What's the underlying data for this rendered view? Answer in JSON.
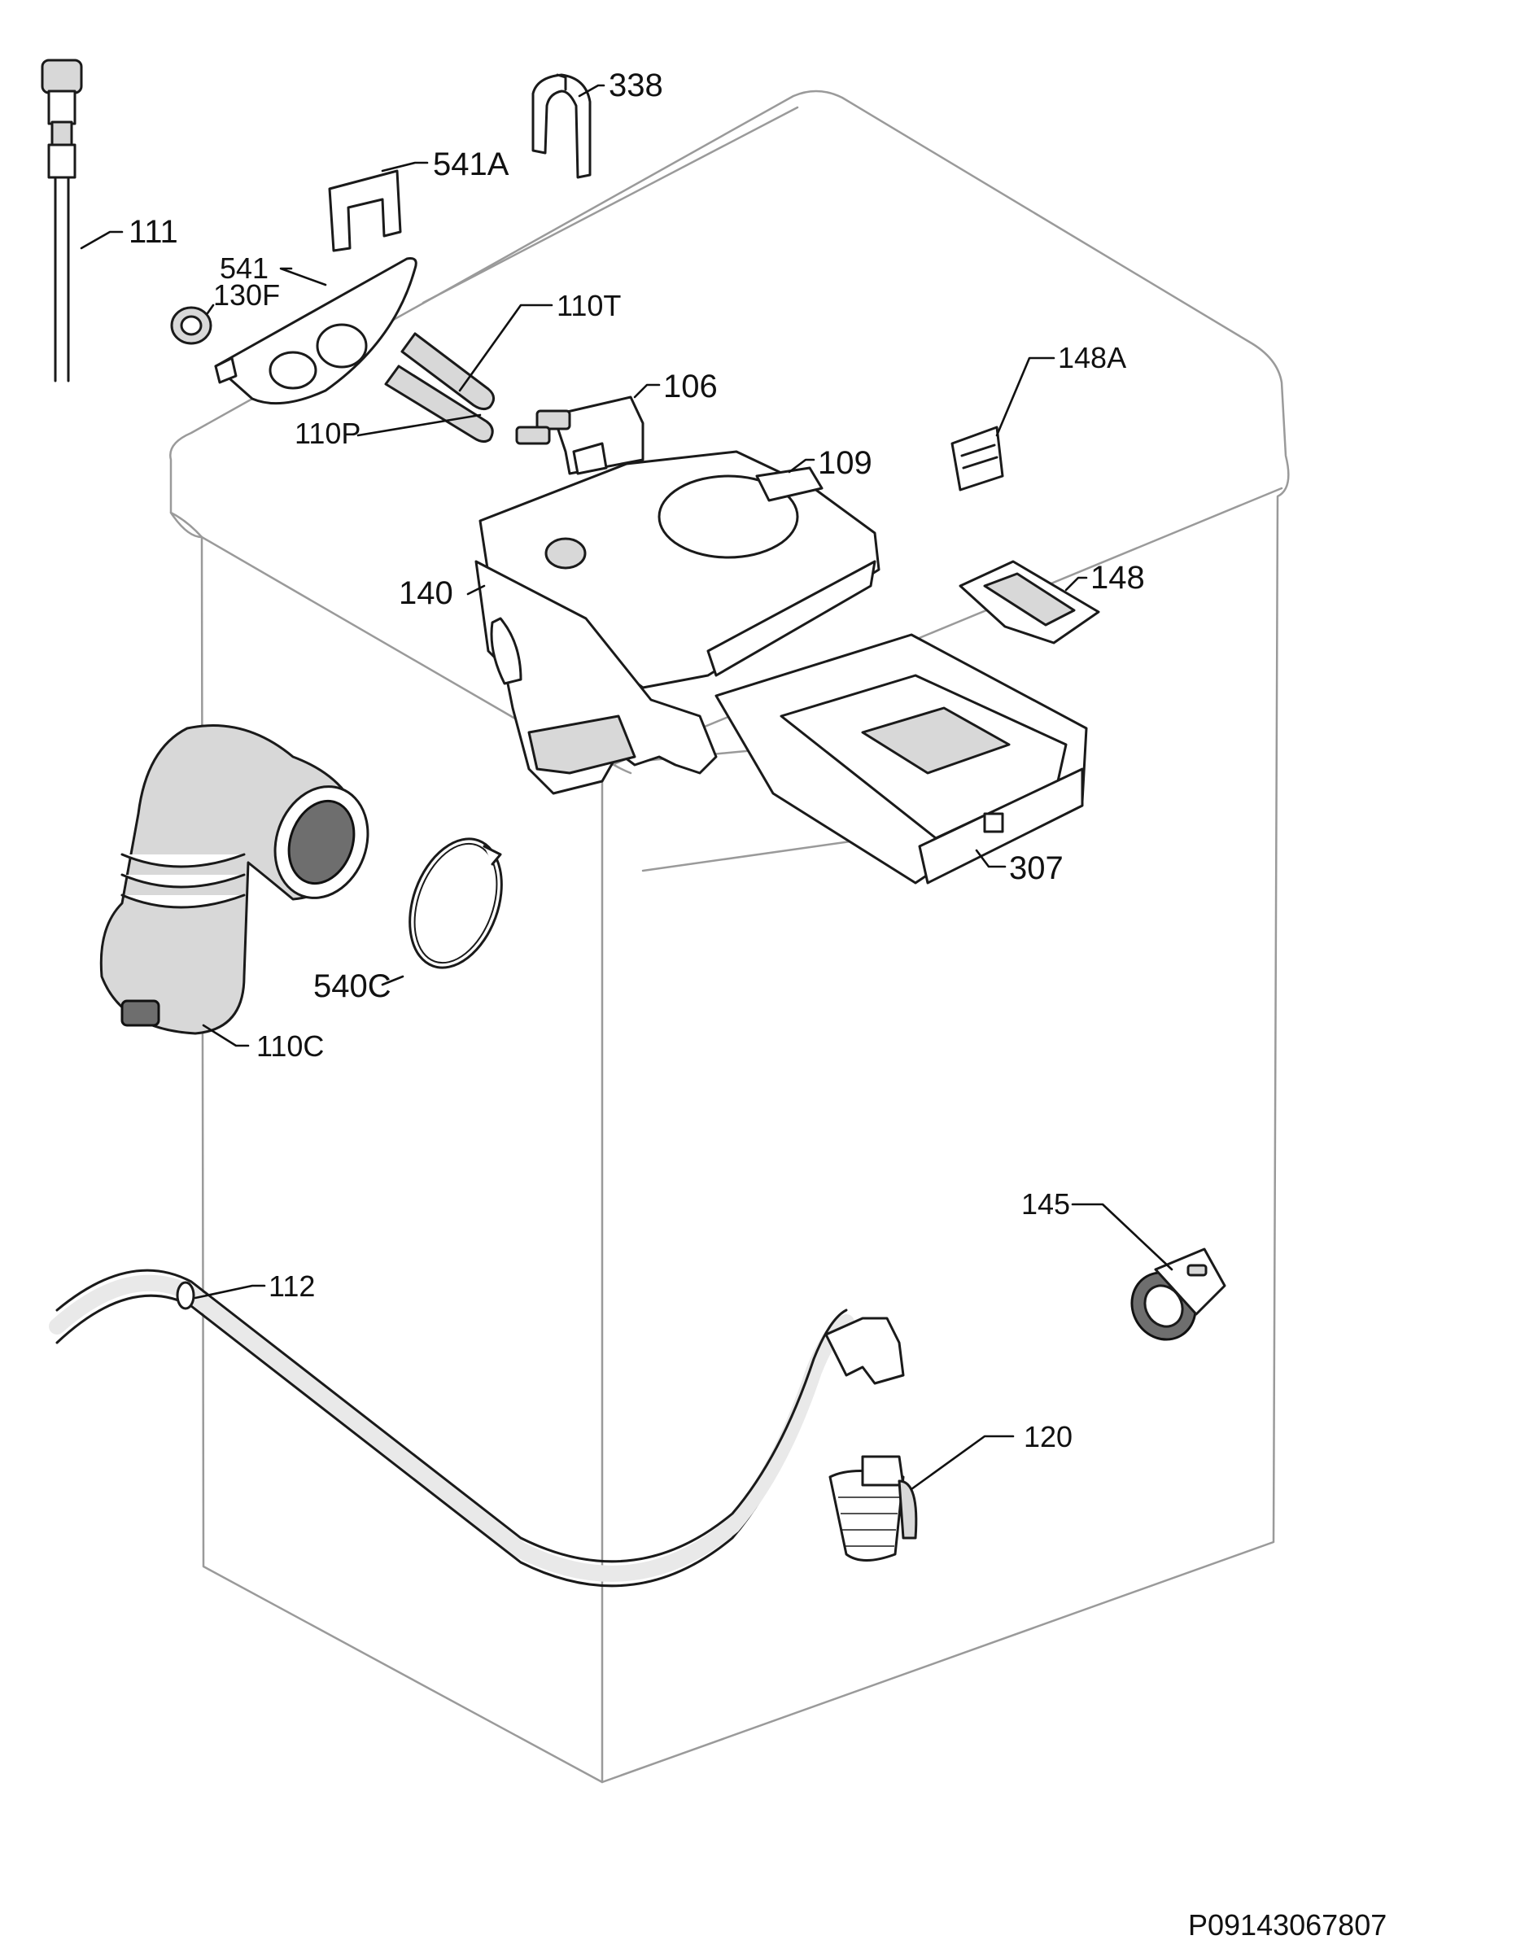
{
  "labels": {
    "l111": "111",
    "l338": "338",
    "l541A": "541A",
    "l541": "541",
    "l130F": "130F",
    "l110T": "110T",
    "l110P": "110P",
    "l106": "106",
    "l148A": "148A",
    "l109": "109",
    "l140": "140",
    "l148": "148",
    "l307": "307",
    "l540C": "540C",
    "l110C": "110C",
    "l145": "145",
    "l112": "112",
    "l120": "120"
  },
  "drawing_reference": "P09143067807",
  "icons": [
    "water-inlet-hose-icon",
    "bellows-hose-icon",
    "dispenser-drawer-icon",
    "drain-pump-filter-icon",
    "pressure-switch-icon",
    "drain-hose-icon"
  ]
}
